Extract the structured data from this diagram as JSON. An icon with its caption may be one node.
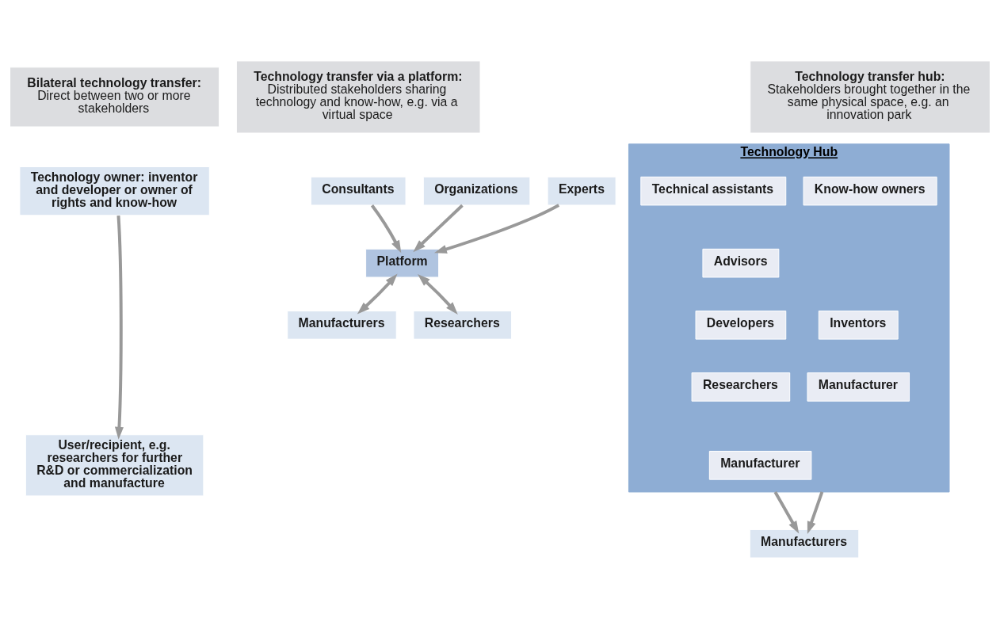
{
  "diagram": {
    "nodes": [
      {
        "text": [
          "Bilateral technology transfer:",
          "Direct between two or more stakeholders"
        ]
      },
      {
        "text": [
          "Technology transfer via a platform:",
          "Distributed stakeholders sharing technology and know-how, e.g. via a virtual space"
        ]
      },
      {
        "text": [
          "Technology transfer hub:",
          "Stakeholders brought together in the same physical space, e.g. an innovation park"
        ]
      },
      {
        "text": [
          "Technology owner: inventor and developer or owner of rights and know-how"
        ]
      },
      {
        "text": [
          "User/recipient, e.g. researchers for further R&D or commercialization and manufacture"
        ]
      },
      {
        "text": [
          "Consultants"
        ]
      },
      {
        "text": [
          "Organizations"
        ]
      },
      {
        "text": [
          "Experts"
        ]
      },
      {
        "text": [
          "Platform"
        ]
      },
      {
        "text": [
          "Manufacturers"
        ]
      },
      {
        "text": [
          "Researchers"
        ]
      },
      {
        "text": [
          "Technology Hub"
        ]
      },
      {
        "text": [
          "Know-how owners"
        ],
        "in": 11
      },
      {
        "text": [
          "Technical assistants"
        ],
        "in": 11
      },
      {
        "text": [
          "Advisors"
        ],
        "in": 11
      },
      {
        "text": [
          "Developers"
        ],
        "in": 11
      },
      {
        "text": [
          "Inventors"
        ],
        "in": 11
      },
      {
        "text": [
          "Researchers"
        ],
        "in": 11
      },
      {
        "text": [
          "Manufacturer"
        ],
        "in": 11
      },
      {
        "text": [
          "Manufacturer"
        ],
        "in": 11
      },
      {
        "text": [
          "Manufacturers"
        ]
      }
    ],
    "edges": [
      {
        "from": 3,
        "to": 4,
        "arrow": "to"
      },
      {
        "from": 6,
        "to": 8,
        "arrow": "to"
      },
      {
        "from": 5,
        "to": 8,
        "arrow": "to"
      },
      {
        "from": 7,
        "to": 8,
        "arrow": "to"
      },
      {
        "from": 9,
        "to": 8,
        "arrow": "both"
      },
      {
        "from": 10,
        "to": 8,
        "arrow": "both"
      },
      {
        "from": 11,
        "to": 20,
        "arrow": "to"
      },
      {
        "from": 11,
        "to": 20,
        "arrow": "to"
      }
    ]
  }
}
